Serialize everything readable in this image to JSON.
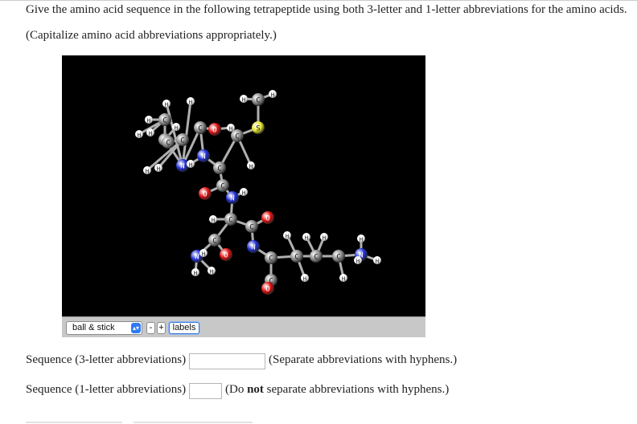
{
  "question": {
    "line1": "Give the amino acid sequence in the following tetrapeptide using both 3-letter and 1-letter abbreviations for the amino acids.",
    "line2": "(Capitalize amino acid abbreviations appropriately.)"
  },
  "viewer": {
    "style_select": {
      "value": "ball & stick"
    },
    "minus_label": "-",
    "plus_label": "+",
    "labels_button": "labels",
    "atom_labels": {
      "C": "C",
      "N": "N",
      "O": "O",
      "S": "S",
      "H": "H"
    },
    "colors": {
      "background": "#000000",
      "carbon": "#8c8c8c",
      "nitrogen": "#1f2fd6",
      "oxygen": "#e01010",
      "sulfur": "#e6e62e",
      "hydrogen": "#ffffff",
      "control_bar": "#c8c8c8"
    }
  },
  "answers": {
    "three_letter": {
      "label": "Sequence (3-letter abbreviations)",
      "value": "",
      "note": "(Separate abbreviations with hyphens.)"
    },
    "one_letter": {
      "label": "Sequence (1-letter abbreviations)",
      "value": "",
      "note_prefix": "(Do ",
      "note_bold": "not",
      "note_suffix": " separate abbreviations with hyphens.)"
    }
  }
}
